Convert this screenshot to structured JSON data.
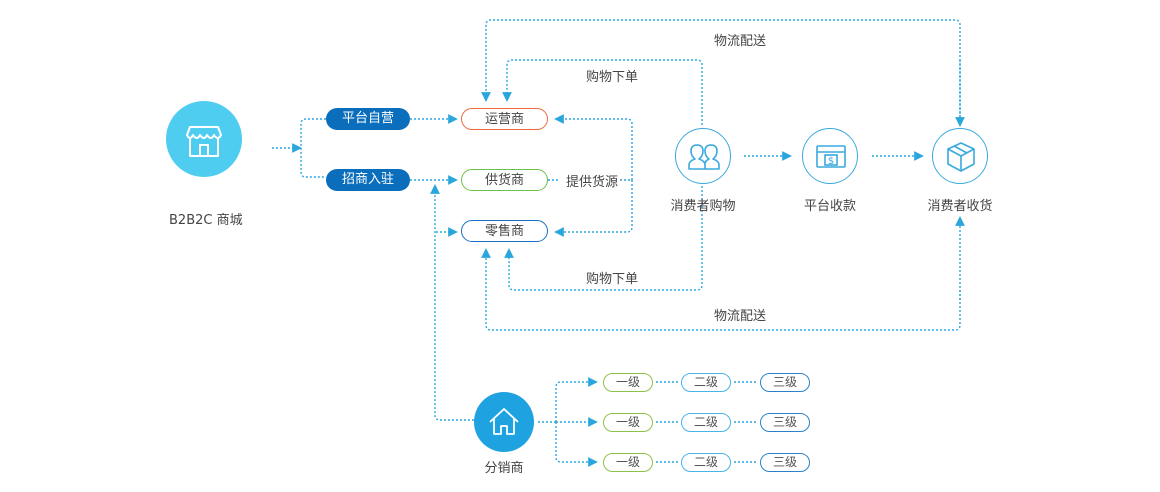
{
  "colors": {
    "line": "#2aa6dc",
    "mall_circle": "#4fcdf1",
    "pill_blue": "#0a6ebd",
    "operator_border": "#ec6a3c",
    "supplier_border": "#6cc04a",
    "retailer_border": "#1a6fc2",
    "ring": "#3aa9de",
    "distributor_circle": "#1ea3e0",
    "level1_border": "#8cc24a",
    "level2_border": "#49b4e6",
    "level3_border": "#2c82c9"
  },
  "mall": {
    "icon": "storefront-icon",
    "label": "B2B2C 商城"
  },
  "channels": [
    {
      "label": "平台自营"
    },
    {
      "label": "招商入驻"
    }
  ],
  "merchants": {
    "operator": "运营商",
    "supplier": "供货商",
    "retailer": "零售商"
  },
  "supply_label": "提供货源",
  "flow": [
    {
      "icon": "users-icon",
      "label": "消费者购物"
    },
    {
      "icon": "payment-card-icon",
      "label": "平台收款"
    },
    {
      "icon": "package-box-icon",
      "label": "消费者收货"
    }
  ],
  "edge_labels": {
    "top_logistics": "物流配送",
    "top_order": "购物下单",
    "bottom_order": "购物下单",
    "bottom_logistics": "物流配送"
  },
  "distributor": {
    "icon": "home-icon",
    "label": "分销商",
    "tiers": [
      [
        "一级",
        "二级",
        "三级"
      ],
      [
        "一级",
        "二级",
        "三级"
      ],
      [
        "一级",
        "二级",
        "三级"
      ]
    ]
  }
}
